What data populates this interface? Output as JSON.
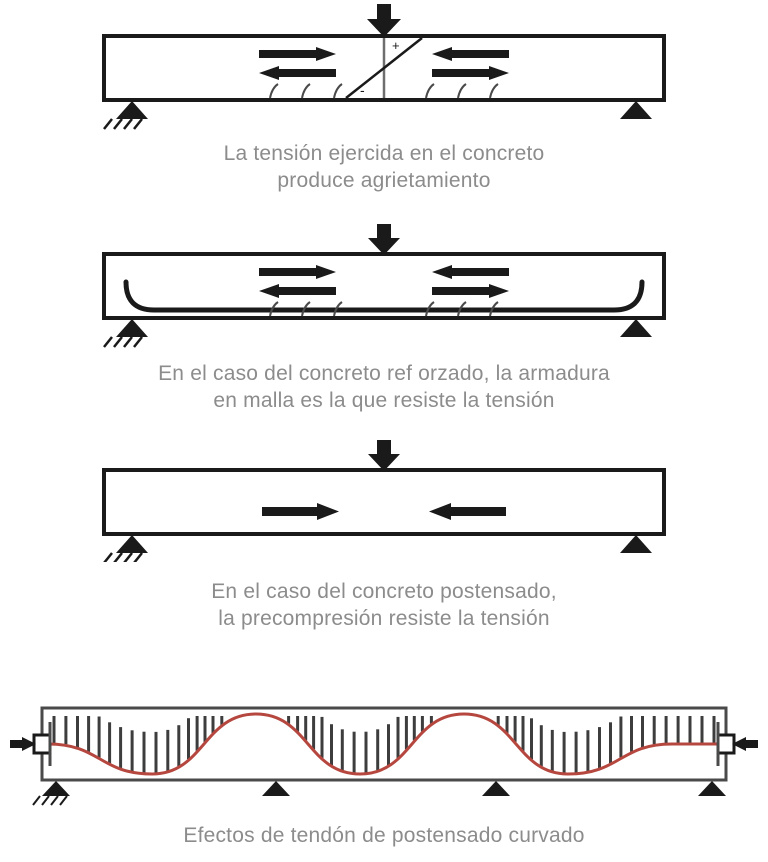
{
  "document": {
    "title": "Concreto reforzado y postensado",
    "language": "es",
    "background_color": "#ffffff",
    "caption_color": "#8c8c8c",
    "line_color": "#1a1a1a",
    "tendon_color": "#b5473f",
    "support_color": "#1a1a1a"
  },
  "panels": [
    {
      "id": "plain-concrete-cracking",
      "caption": "La tensión ejercida en el concreto\nproduce agrietamiento",
      "load_arrow": "down-arrow-icon",
      "neutral_axis_label_top": "+",
      "neutral_axis_label_bottom": "-",
      "stress_arrows": [
        {
          "side": "left",
          "row": "top",
          "direction": "right"
        },
        {
          "side": "left",
          "row": "bottom",
          "direction": "left"
        },
        {
          "side": "right",
          "row": "top",
          "direction": "left"
        },
        {
          "side": "right",
          "row": "bottom",
          "direction": "right"
        }
      ],
      "cracks": 6,
      "supports": [
        "pinned",
        "roller"
      ]
    },
    {
      "id": "reinforced-concrete",
      "caption": "En el caso del concreto ref orzado, la armadura\nen malla es la que resiste la tensión",
      "load_arrow": "down-arrow-icon",
      "stress_arrows": [
        {
          "side": "left",
          "row": "top",
          "direction": "right"
        },
        {
          "side": "left",
          "row": "bottom",
          "direction": "left"
        },
        {
          "side": "right",
          "row": "top",
          "direction": "left"
        },
        {
          "side": "right",
          "row": "bottom",
          "direction": "right"
        }
      ],
      "rebar": "hooked-reinforcement-bar",
      "cracks": 6,
      "supports": [
        "pinned",
        "roller"
      ]
    },
    {
      "id": "post-tensioned-concrete",
      "caption": "En el caso del concreto postensado,\nla precompresión resiste la tensión",
      "load_arrow": "down-arrow-icon",
      "stress_arrows": [
        {
          "side": "left",
          "row": "middle",
          "direction": "right"
        },
        {
          "side": "right",
          "row": "middle",
          "direction": "left"
        }
      ],
      "cracks": 0,
      "supports": [
        "pinned",
        "roller"
      ]
    },
    {
      "id": "curved-tendon-effects",
      "caption": "Efectos de tendón de postensado curvado",
      "tendon": "curved-post-tensioning-tendon",
      "tendon_waves": 2,
      "anchorages": [
        "left-anchorage-plate",
        "right-anchorage-plate"
      ],
      "anchor_arrows": [
        "right",
        "left"
      ],
      "uplift_marks": 64,
      "supports": [
        "pinned",
        "roller",
        "roller",
        "roller"
      ]
    }
  ]
}
